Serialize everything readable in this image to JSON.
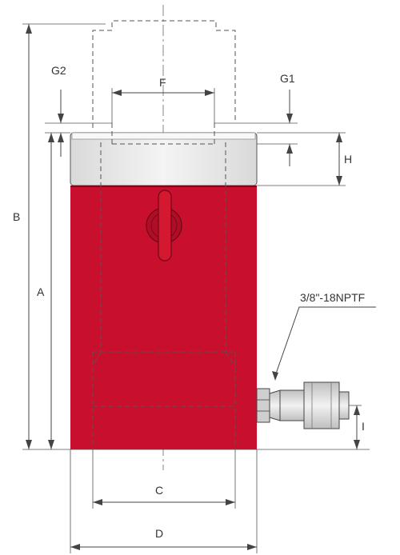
{
  "labels": {
    "a": "A",
    "b": "B",
    "c": "C",
    "d": "D",
    "f": "F",
    "g1": "G1",
    "g2": "G2",
    "h": "H",
    "i": "I",
    "port": "3/8\"-18NPTF"
  },
  "colors": {
    "body_red": "#c8102e",
    "body_red_dark": "#9e0c22",
    "collar_gray": "#e9e9e9",
    "line": "#444444",
    "coupler_gray": "#dcdcdc"
  }
}
